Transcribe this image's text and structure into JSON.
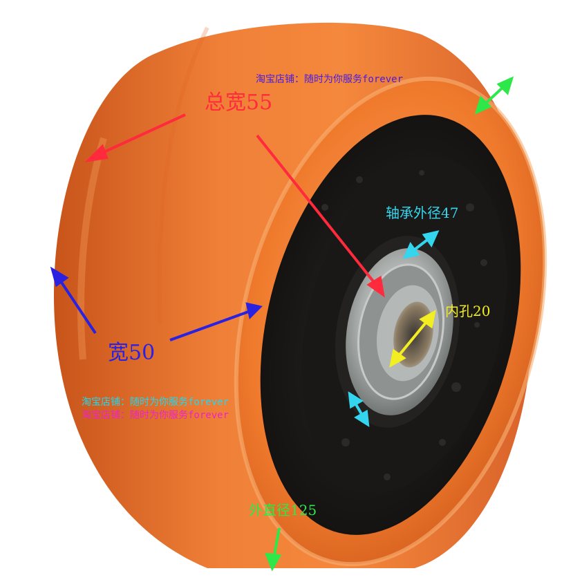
{
  "labels": {
    "total_width": "总宽55",
    "width": "宽50",
    "bearing_od": "轴承外径47",
    "bore": "内孔20",
    "outer_diameter": "外直径125",
    "watermark_top": "淘宝店铺：随时为你服务forever",
    "watermark_cyan": "淘宝店铺：随时为你服务forever",
    "watermark_magenta": "淘宝店铺：随时为你服务forever"
  },
  "colors": {
    "total_width": "#ff2a3c",
    "width": "#2a22e0",
    "bearing_od": "#33d6ee",
    "bore": "#f2ee22",
    "outer_diameter": "#2ee84a",
    "watermark_top": "#4a1ce0",
    "watermark_cyan": "#22d8ee",
    "watermark_magenta": "#ee22c8",
    "tread": "#f07a2c",
    "hub": "#1d1c1b",
    "bearing": "#a6aaa8"
  }
}
